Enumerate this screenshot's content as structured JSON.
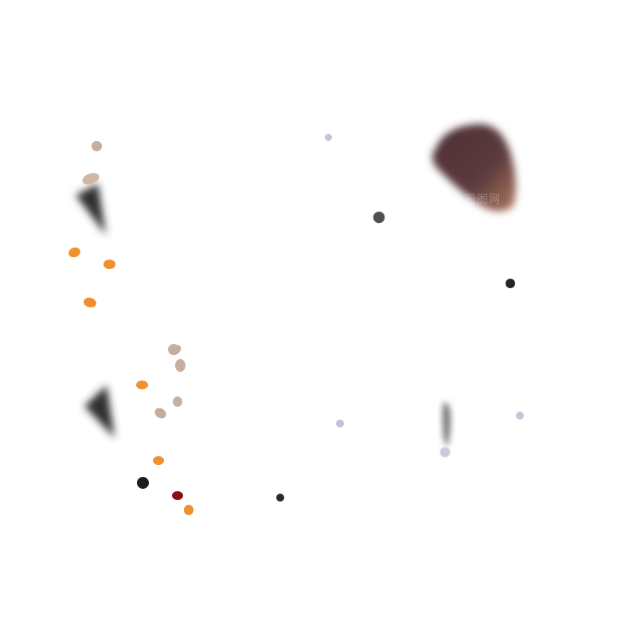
{
  "watermark": {
    "text": "股图网"
  },
  "colors": {
    "orange": "#f0902e",
    "beige": "#cbb2a2",
    "lavender": "#c5c6d6",
    "dark-gray": "#555555",
    "near-black": "#1e1f24",
    "crimson": "#8b0d18",
    "brown-chunk": "#5a3a3c",
    "gray-smoke": "#333333"
  },
  "objects": [
    "blurred-brown-chunk",
    "blurred-dark-shard-upper",
    "blurred-dark-shard-lower",
    "blurred-gray-streak",
    "orange-bead",
    "beige-bead",
    "lavender-bead",
    "dark-bead",
    "red-bead"
  ]
}
